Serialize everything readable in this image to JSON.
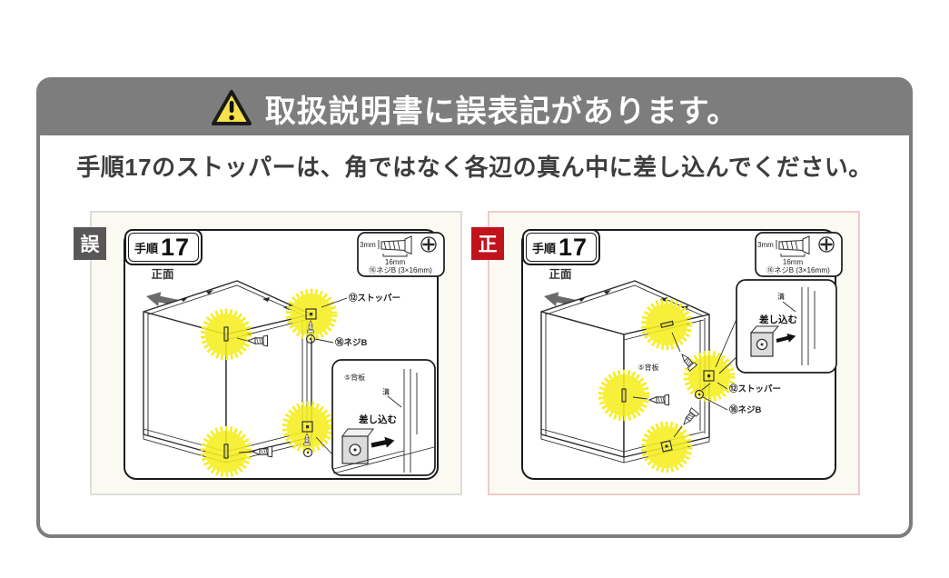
{
  "header": {
    "title": "取扱説明書に誤表記があります。",
    "icon_name": "warning-triangle-icon",
    "bg_color": "#7d7d7d",
    "warning_yellow": "#f7e24b"
  },
  "notice_text": "手順17のストッパーは、角ではなく各辺の真ん中に差し込んでください。",
  "diagram_shared": {
    "step_prefix": "手順",
    "step_number": "17",
    "front_arrow_label": "正面",
    "legend": {
      "diameter_label": "3mm",
      "length_label": "16mm",
      "screw_name": "⑯ネジB (3×16mm)"
    },
    "part_labels": {
      "stopper": "⑫ストッパー",
      "screw_b": "⑯ネジB",
      "back_panel": "⑤背板",
      "groove": "溝",
      "insert_action": "差し込む"
    },
    "highlight_color": "#f6ee20"
  },
  "panels": [
    {
      "kind": "wrong",
      "badge_label": "誤",
      "badge_color": "#595757",
      "frame_color": "#dddddb"
    },
    {
      "kind": "correct",
      "badge_label": "正",
      "badge_color": "#c2121c",
      "frame_color": "#f3c9c9"
    }
  ]
}
